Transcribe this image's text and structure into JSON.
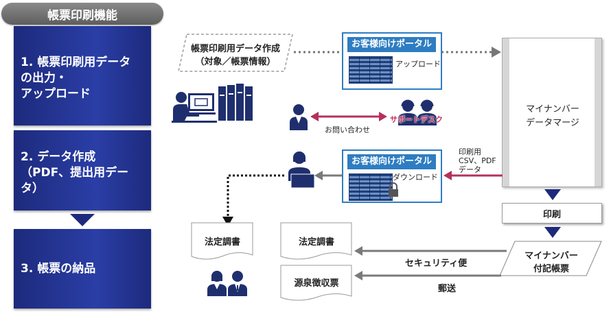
{
  "header": {
    "title": "帳票印刷機能"
  },
  "steps": [
    {
      "label": "1. 帳票印刷用データ\nの出力・\nアップロード"
    },
    {
      "label": "2. データ作成\n（PDF、提出用デー\nタ）"
    },
    {
      "label": "3. 帳票の納品"
    }
  ],
  "data_creation": {
    "line1": "帳票印刷用データ作成",
    "line2": "（対象／帳票情報）"
  },
  "portal_upload": {
    "title": "お客様向けポータル",
    "action": "アップロード"
  },
  "portal_download": {
    "title": "お客様向けポータル",
    "action": "ダウンロード"
  },
  "support": {
    "inquiry": "お問い合わせ",
    "desk": "サポートデスク"
  },
  "merge": {
    "line1": "マイナンバー",
    "line2": "データマージ"
  },
  "print_data": {
    "line1": "印刷用",
    "line2": "CSV、PDF",
    "line3": "データ"
  },
  "print": {
    "label": "印刷"
  },
  "docs": {
    "left": "法定調書",
    "middle1": "法定調書",
    "middle2": "源泉徴収票"
  },
  "mynumber_doc": {
    "line1": "マイナンバー",
    "line2": "付記帳票"
  },
  "delivery": {
    "security": "セキュリティ便",
    "mail": "郵送"
  },
  "colors": {
    "step_blue": "#1d2a7c",
    "portal_blue": "#2e7dc2",
    "arrow_red": "#b5305a",
    "arrow_gray": "#7a7a7a",
    "icon_navy": "#1f2f6e"
  }
}
